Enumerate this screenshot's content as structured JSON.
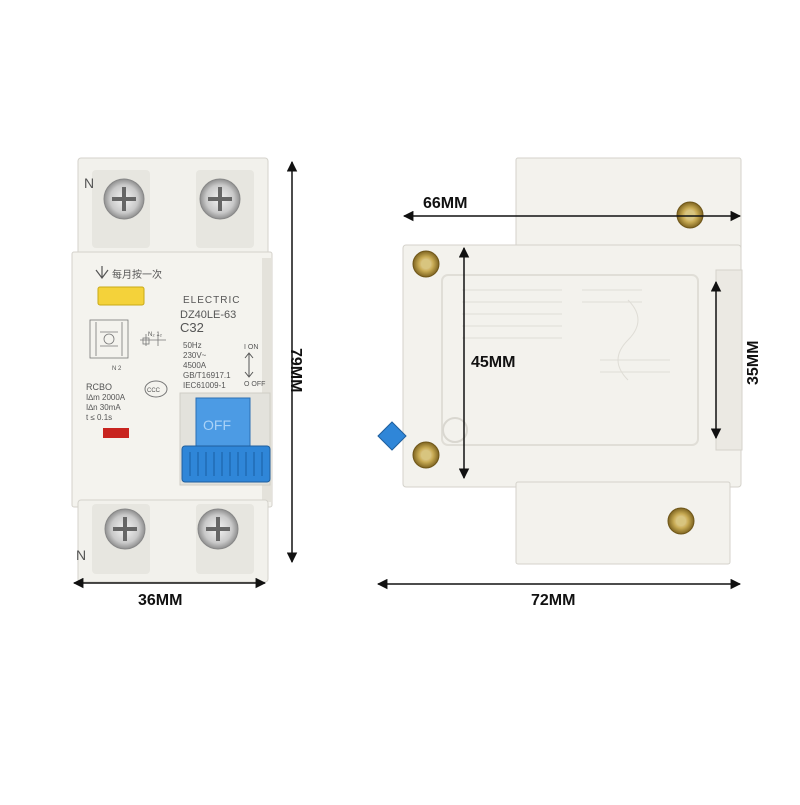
{
  "colors": {
    "housing": "#f2f1ec",
    "housing_shadow": "#dcdad3",
    "blue": "#2f86d8",
    "yellow": "#f4d23a",
    "red": "#c8241f",
    "dimension_line": "#111111"
  },
  "front": {
    "terminal_label_top": "N",
    "terminal_label_bottom": "N",
    "test_note": "每月按一次",
    "brand": "ELECTRIC",
    "model": "DZ40LE-63",
    "rating": "C32",
    "specs": [
      "50Hz",
      "230V~",
      "4500A",
      "GB/T16917.1",
      "IEC61009-1"
    ],
    "on_label": "I ON",
    "off_label": "O OFF",
    "type": "RCBO",
    "params": [
      "I∆m 2000A",
      "I∆n  30mA",
      "t ≤  0.1s"
    ],
    "lever_text": "OFF",
    "ccc_mark": "CCC"
  },
  "dimensions": {
    "front_width": "36MM",
    "front_height": "79MM",
    "side_width": "72MM",
    "side_top_width": "66MM",
    "side_inner_height": "45MM",
    "side_rail_height": "35MM"
  }
}
